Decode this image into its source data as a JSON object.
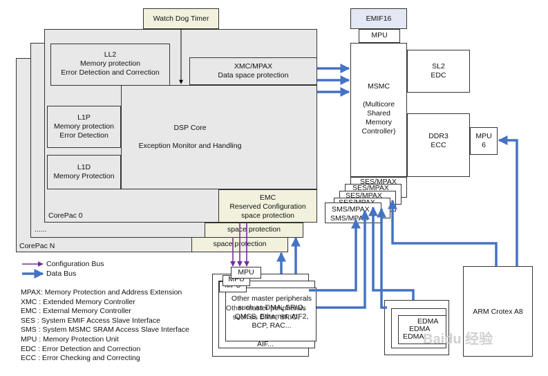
{
  "watchdog": "Watch Dog Timer",
  "emif16": "EMIF16",
  "mpu": "MPU",
  "msmc": "MSMC\n\n(Multicore\nShared\nMemory\nController)",
  "sl2": "SL2\nEDC",
  "ddr3": "DDR3\nECC",
  "mpu6": "MPU\n6",
  "ll2": "LL2\nMemory protection\nError Detection and Correction",
  "xmc": "XMC/MPAX\nData space protection",
  "dsp": "DSP Core\n\nException Monitor and Handling",
  "l1p": "L1P\nMemory protection\nError Detection",
  "l1d": "L1D\nMemory Protection",
  "emc": "EMC\nReserved Configuration\nspace protection",
  "space_protection": "space protection",
  "corepac0": "CorePac 0",
  "corepac_dots": "......",
  "corepacN": "CorePac N",
  "ses_mpax": "SES/MPAX",
  "sms_mpax": "SMS/MPAX",
  "periph_front": "Other master peripherals\nsuch as DMA, SRIO,\nQMSS, Ethernet, AIF2,\nBCP, RAC...",
  "periph_back": "Other master peripherals\nsuch as DMA, SRIO,",
  "aif": "AIF...",
  "edma": "EDMA",
  "arm": "ARM Crotex A8",
  "legend_config": "Configuration Bus",
  "legend_data": "Data Bus",
  "abbreviations": [
    "MPAX: Memory Protection and Address Extension",
    "XMC : Extended Memory Controller",
    "EMC : External Memory Controller",
    "SES : System EMIF Access Slave Interface",
    "SMS : System MSMC SRAM Access Slave Interface",
    "MPU : Memory Protection Unit",
    "EDC : Error Detection and Correction",
    "ECC : Error Checking and Correcting"
  ],
  "watermark": "Baidu 经验",
  "colors": {
    "data_bus": "#4472c4",
    "config_bus": "#7030a0",
    "corepac_fill": "#e8e8e8",
    "emc_fill": "#f1f1dd",
    "emif_fill": "#e4e8f5"
  }
}
